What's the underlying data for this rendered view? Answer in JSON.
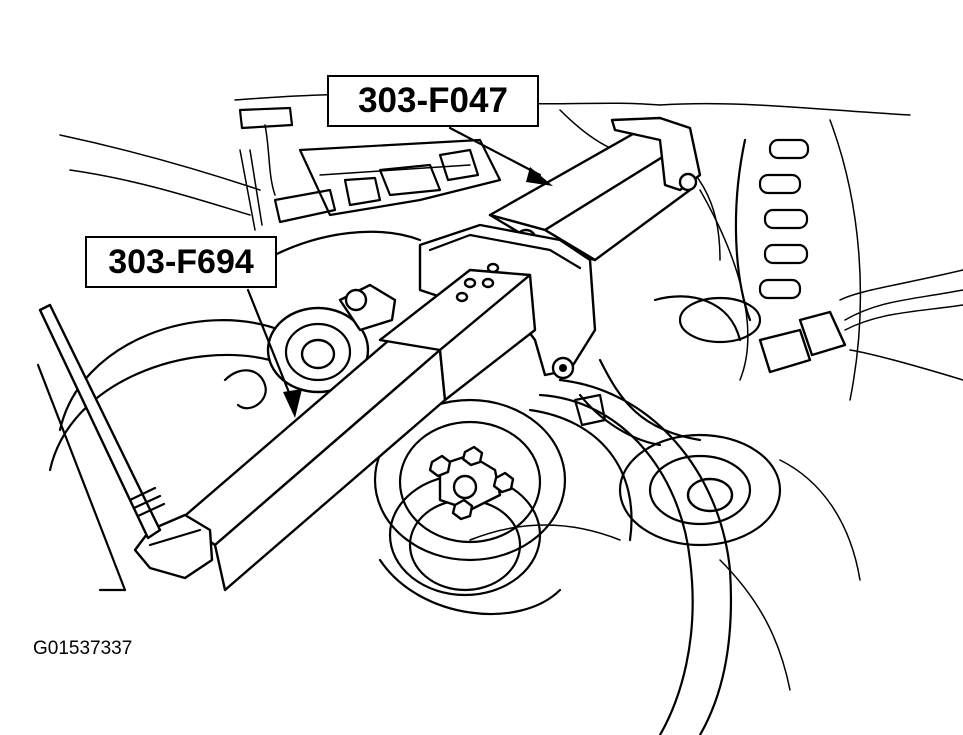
{
  "callouts": {
    "tool_upper": "303-F047",
    "tool_lower": "303-F694"
  },
  "figure_id": "G01537337"
}
